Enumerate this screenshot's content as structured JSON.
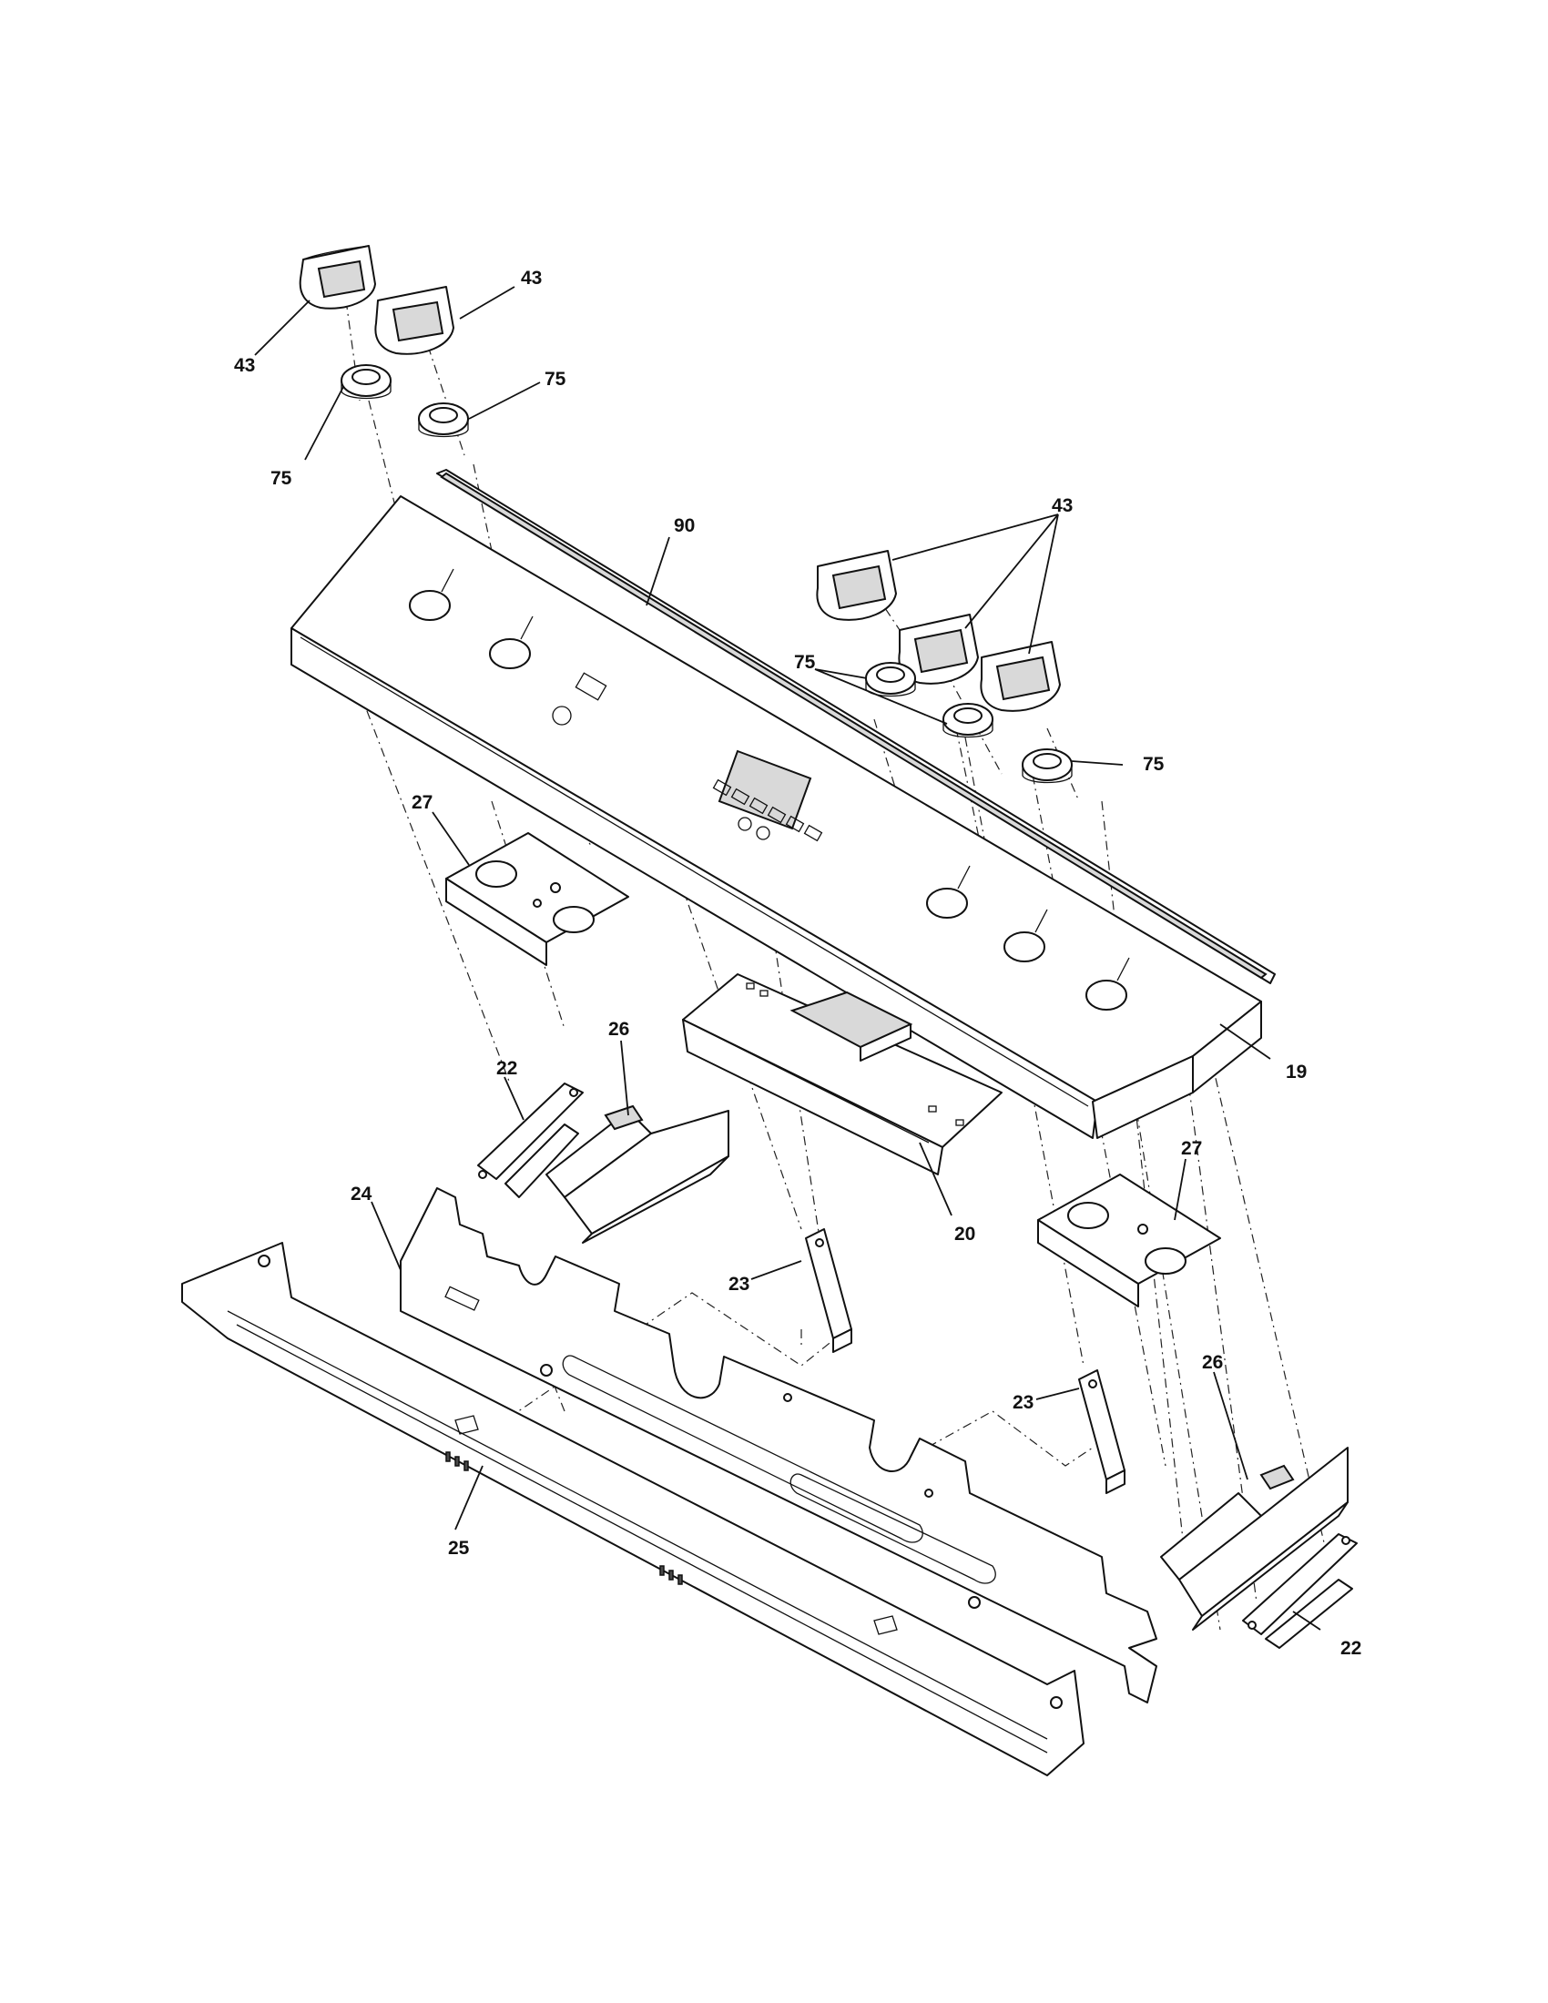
{
  "callouts": {
    "c43a": "43",
    "c43b": "43",
    "c43c": "43",
    "c75a": "75",
    "c75b": "75",
    "c75c": "75",
    "c75d": "75",
    "c90": "90",
    "c19": "19",
    "c20": "20",
    "c22a": "22",
    "c22b": "22",
    "c23a": "23",
    "c23b": "23",
    "c24": "24",
    "c25": "25",
    "c26a": "26",
    "c26b": "26",
    "c27a": "27",
    "c27b": "27"
  }
}
